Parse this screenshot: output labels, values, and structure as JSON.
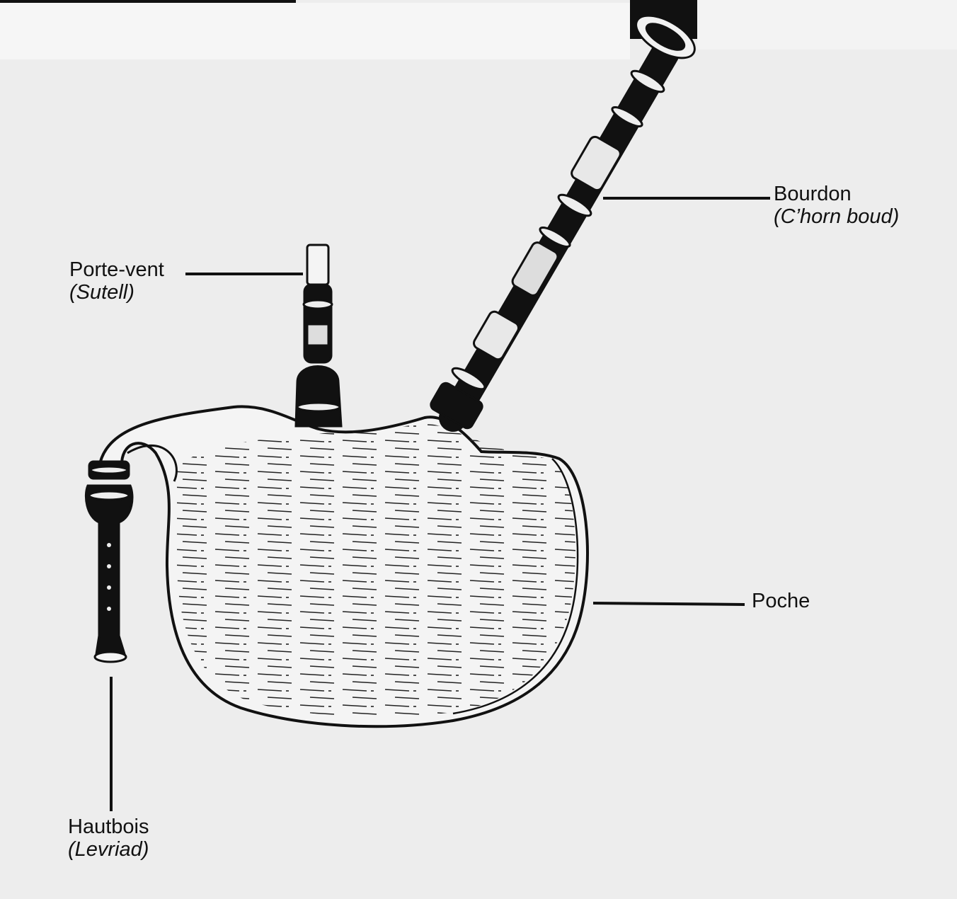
{
  "diagram": {
    "parts": [
      {
        "id": "bourdon",
        "name": "Bourdon",
        "breton": "(C’horn  boud)"
      },
      {
        "id": "porte-vent",
        "name": "Porte-vent",
        "breton": "(Sutell)"
      },
      {
        "id": "poche",
        "name": "Poche",
        "breton": ""
      },
      {
        "id": "hautbois",
        "name": "Hautbois",
        "breton": "(Levriad)"
      }
    ]
  },
  "colors": {
    "ink": "#111111",
    "paper": "#ededed",
    "bag": "#f4f4f4"
  }
}
